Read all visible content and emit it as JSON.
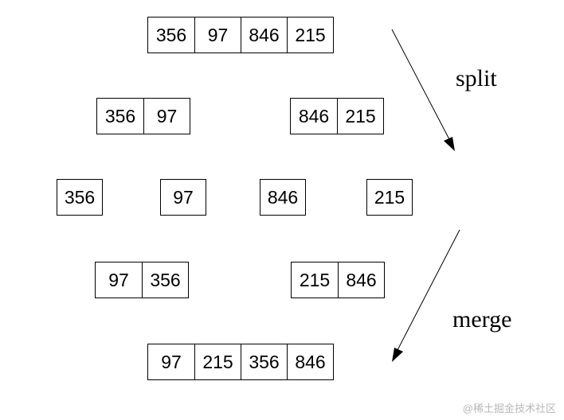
{
  "rows": {
    "top": [
      "356",
      "97",
      "846",
      "215"
    ],
    "split_left": [
      "356",
      "97"
    ],
    "split_right": [
      "846",
      "215"
    ],
    "singles": [
      "356",
      "97",
      "846",
      "215"
    ],
    "merged_left": [
      "97",
      "356"
    ],
    "merged_right": [
      "215",
      "846"
    ],
    "bottom": [
      "97",
      "215",
      "356",
      "846"
    ]
  },
  "labels": {
    "split": "split",
    "merge": "merge"
  },
  "watermark": "@稀土掘金技术社区",
  "colors": {
    "line": "#000000",
    "background": "#ffffff",
    "watermark": "#b8b8b8"
  }
}
